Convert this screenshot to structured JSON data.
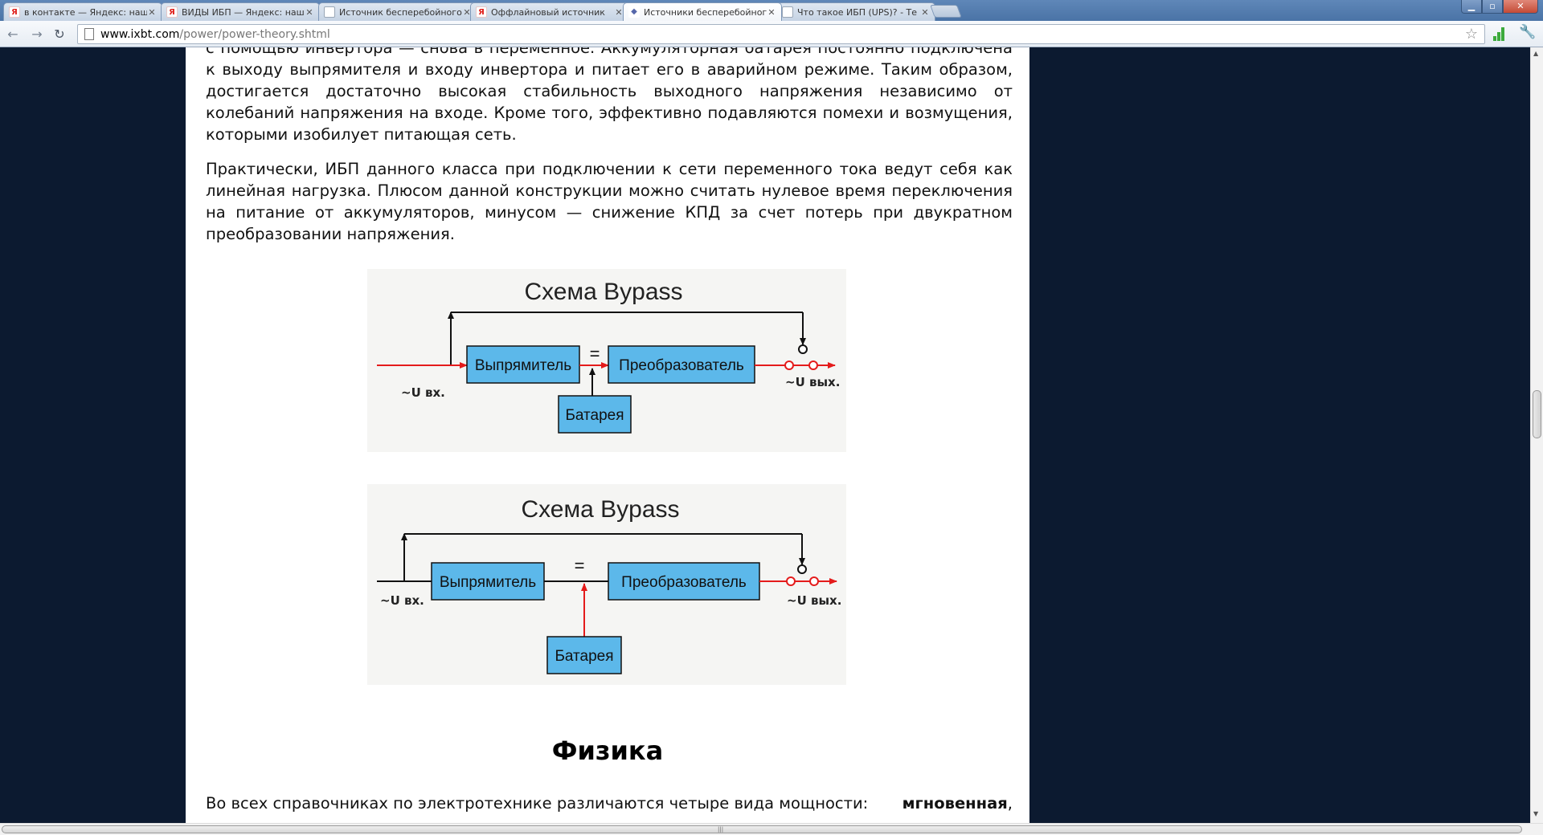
{
  "browser": {
    "tabs": [
      {
        "label": "в контакте — Яндекс: нашлось",
        "favicon": "yandex-icon",
        "active": false
      },
      {
        "label": "ВИДЫ ИБП — Яндекс: нашлось",
        "favicon": "yandex-icon",
        "active": false
      },
      {
        "label": "Источник бесперебойного питания",
        "favicon": "page-icon",
        "active": false
      },
      {
        "label": "Оффлайновый источник",
        "favicon": "yandex-icon",
        "active": false
      },
      {
        "label": "Источники бесперебойного питания",
        "favicon": "ixbt-icon",
        "active": true
      },
      {
        "label": "Что такое ИБП (UPS)? - Те",
        "favicon": "page-icon",
        "active": false
      }
    ],
    "address": {
      "host": "www.ixbt.com",
      "path": "/power/power-theory.shtml"
    },
    "icons": {
      "back": "back-arrow-icon",
      "forward": "forward-arrow-icon",
      "reload": "reload-icon",
      "bookmark": "star-icon",
      "menu": "wrench-icon"
    }
  },
  "article": {
    "para1": "с помощью инвертора — снова в переменное. Аккумуляторная батарея постоянно подключена к выходу выпрямителя и входу инвертора и питает его в аварийном режиме. Таким образом, достигается достаточно высокая стабильность выходного напряжения независимо от колебаний напряжения на входе. Кроме того, эффективно подавляются помехи и возмущения, которыми изобилует питающая сеть.",
    "para2": "Практически, ИБП данного класса при подключении к сети переменного тока ведут себя как линейная нагрузка. Плюсом данной конструкции можно считать нулевое время переключения на питание от аккумуляторов, минусом — снижение КПД за счет потерь при двукратном преобразовании напряжения.",
    "diagram1": {
      "title": "Схема Bypass",
      "rectifier": "Выпрямитель",
      "converter": "Преобразователь",
      "battery": "Батарея",
      "dc_symbol": "=",
      "input": "~U вх.",
      "output": "~U вых."
    },
    "diagram2": {
      "title": "Схема Bypass",
      "rectifier": "Выпрямитель",
      "converter": "Преобразователь",
      "battery": "Батарея",
      "dc_symbol": "=",
      "input": "~U вх.",
      "output": "~U вых."
    },
    "heading": "Физика",
    "last_line_start": "Во всех справочниках по электротехнике различаются четыре вида мощности:",
    "last_line_bold": "мгновенная",
    "last_line_end": ","
  },
  "colors": {
    "block_fill": "#5cb8ea",
    "signal_red": "#e41b1b",
    "page_bg": "#0c1a30"
  }
}
